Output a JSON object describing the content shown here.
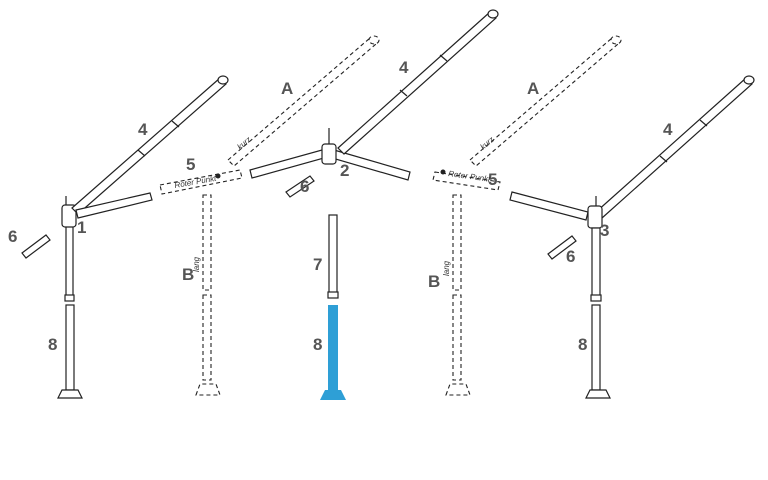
{
  "labels": {
    "one": "1",
    "two": "2",
    "three": "3",
    "four": "4",
    "five": "5",
    "six": "6",
    "seven": "7",
    "eight": "8",
    "a": "A",
    "b": "B"
  },
  "annotations": {
    "kurz": "kurz",
    "roter_punkt": "Roter Punkt",
    "lang": "lang"
  },
  "colors": {
    "highlight": "#2e9fd6",
    "line": "#222222",
    "label": "#555555"
  }
}
